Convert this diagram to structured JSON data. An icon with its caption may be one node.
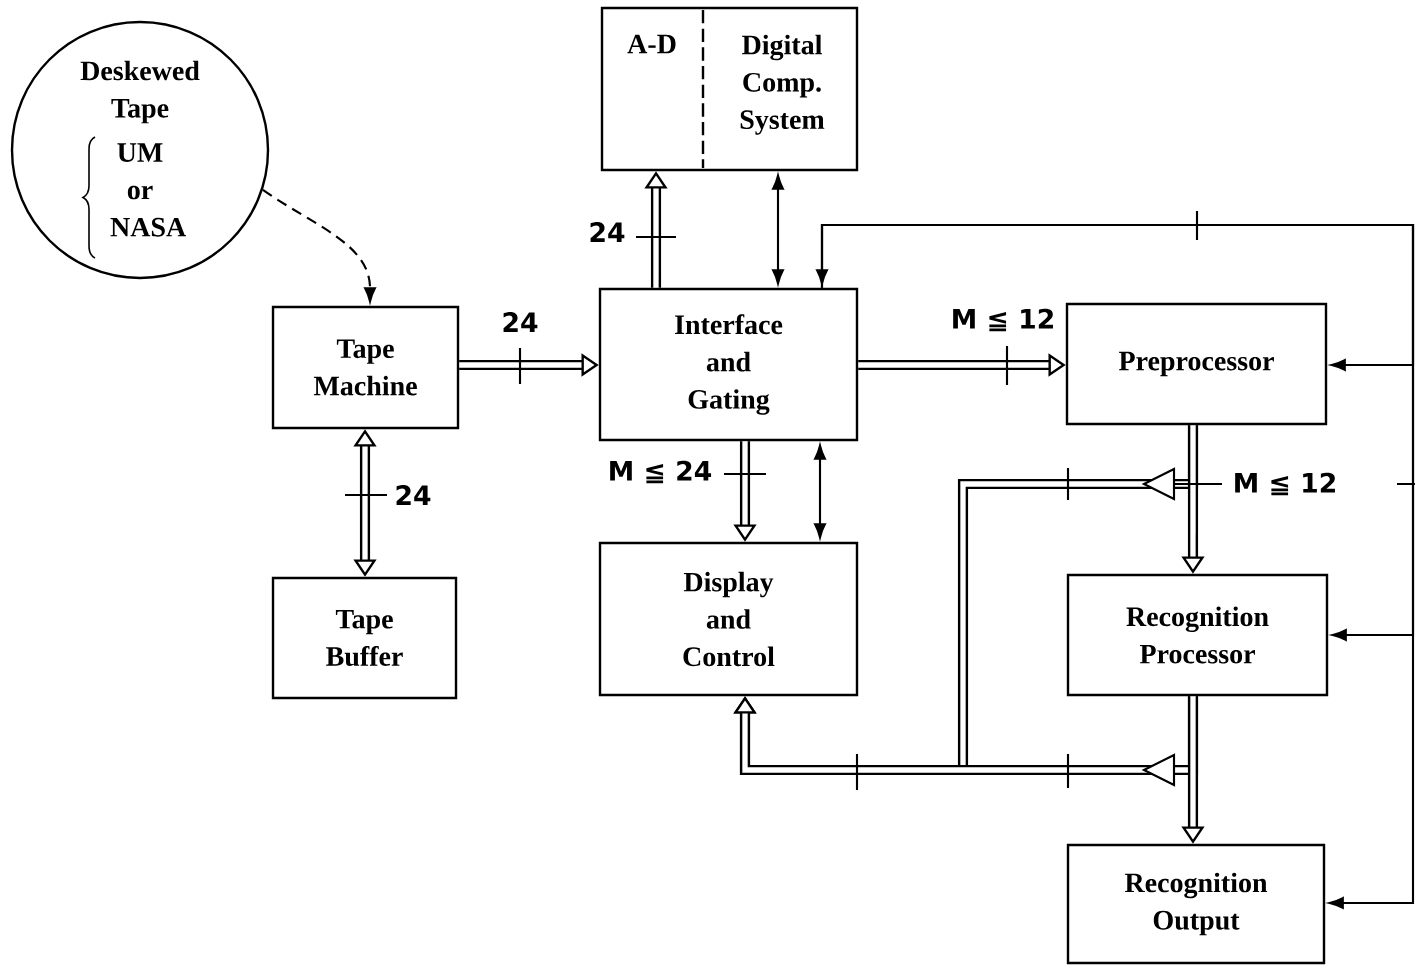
{
  "diagram": {
    "nodes": [
      {
        "text": [
          "Deskewed Tape",
          "UM or NASA"
        ]
      },
      {
        "text": [
          "Tape Machine"
        ]
      },
      {
        "text": [
          "Tape Buffer"
        ]
      },
      {
        "text": [
          "A-D",
          "Digital Comp. System"
        ]
      },
      {
        "text": [
          "Interface and Gating"
        ]
      },
      {
        "text": [
          "Preprocessor"
        ]
      },
      {
        "text": [
          "Display and Control"
        ]
      },
      {
        "text": [
          "Recognition Processor"
        ]
      },
      {
        "text": [
          "Recognition Output"
        ]
      }
    ],
    "edges": [
      {
        "from": 0,
        "to": 1,
        "arrow": "to",
        "style": "dashed"
      },
      {
        "from": 1,
        "to": 4,
        "arrow": "to",
        "label": "24"
      },
      {
        "from": 1,
        "to": 2,
        "arrow": "both",
        "label": "24"
      },
      {
        "from": 4,
        "to": 3,
        "arrow": "to",
        "label": "24"
      },
      {
        "from": 3,
        "to": 4,
        "arrow": "both"
      },
      {
        "from": 4,
        "to": 5,
        "arrow": "to",
        "label": "M ≦ 12"
      },
      {
        "from": 4,
        "to": 6,
        "arrow": "to",
        "label": "M ≦ 24"
      },
      {
        "from": 4,
        "to": 6,
        "arrow": "both"
      },
      {
        "from": 5,
        "to": 7,
        "arrow": "to",
        "label": "M ≦ 12"
      },
      {
        "from": 7,
        "to": 8,
        "arrow": "to"
      },
      {
        "from": 5,
        "to": 6,
        "arrow": "to"
      },
      {
        "from": 7,
        "to": 6,
        "arrow": "to"
      },
      {
        "from": 4,
        "to": 5,
        "arrow": "both"
      },
      {
        "from": 4,
        "to": 7,
        "arrow": "to"
      },
      {
        "from": 4,
        "to": 8,
        "arrow": "to"
      }
    ]
  }
}
